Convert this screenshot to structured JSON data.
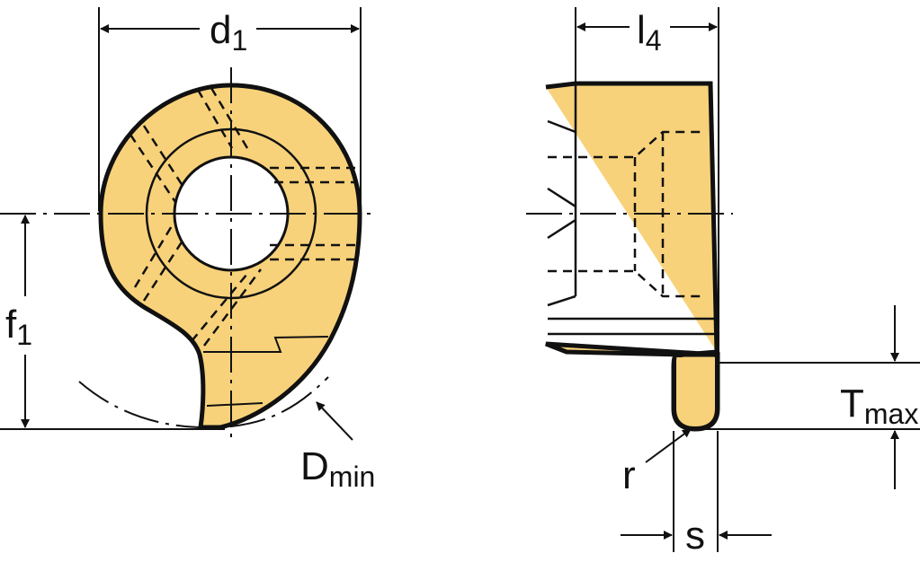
{
  "labels": {
    "d1": {
      "main": "d",
      "sub": "1"
    },
    "l4": {
      "main": "l",
      "sub": "4"
    },
    "f1": {
      "main": "f",
      "sub": "1"
    },
    "dmin": {
      "main": "D",
      "sub": "min"
    },
    "tmax": {
      "main": "T",
      "sub": "max"
    },
    "r": {
      "main": "r"
    },
    "s": {
      "main": "s"
    }
  },
  "colors": {
    "insert_fill": "#F8D27A",
    "line": "#111111"
  }
}
